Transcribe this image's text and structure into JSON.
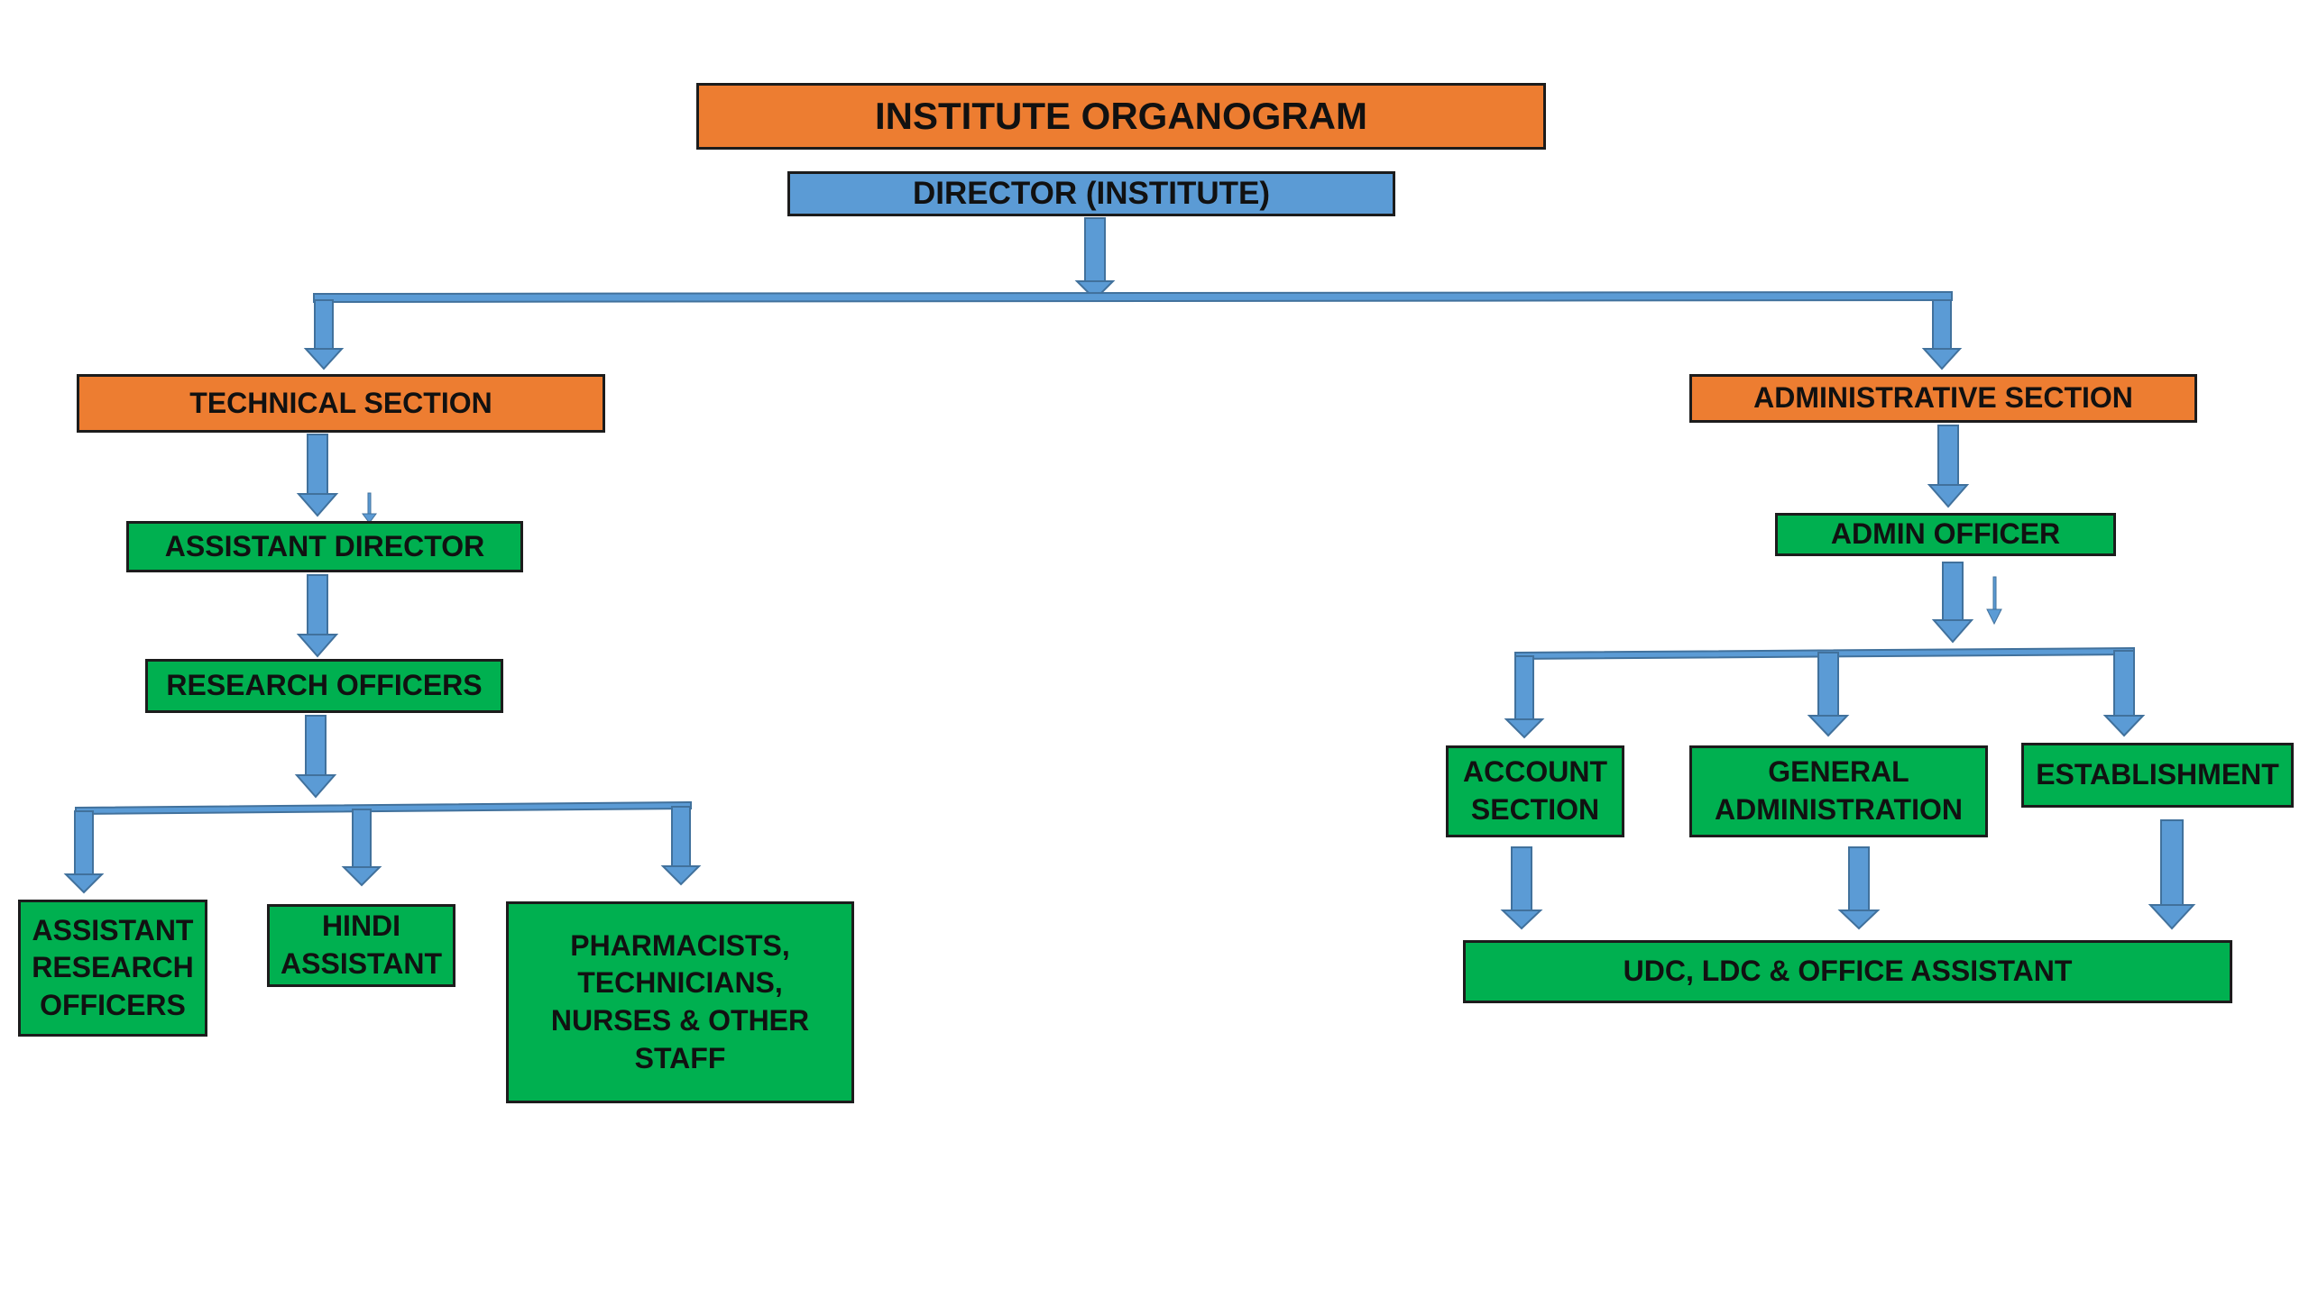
{
  "title": "INSTITUTE ORGANOGRAM",
  "director": "DIRECTOR (INSTITUTE)",
  "technical": {
    "section": "TECHNICAL SECTION",
    "assistant_director": "ASSISTANT DIRECTOR",
    "research_officers": "RESEARCH OFFICERS",
    "assistant_research_officers": "ASSISTANT\nRESEARCH\nOFFICERS",
    "hindi_assistant": "HINDI\nASSISTANT",
    "pharmacists_staff": "PHARMACISTS,\nTECHNICIANS,\nNURSES & OTHER\nSTAFF"
  },
  "administrative": {
    "section": "ADMINISTRATIVE SECTION",
    "admin_officer": "ADMIN OFFICER",
    "account_section": "ACCOUNT\nSECTION",
    "general_administration": "GENERAL\nADMINISTRATION",
    "establishment": "ESTABLISHMENT",
    "udc_ldc": "UDC, LDC & OFFICE ASSISTANT"
  },
  "colors": {
    "title_box": "#ED7D31",
    "director_box": "#5B9BD5",
    "section_box": "#ED7D31",
    "role_box": "#00B050",
    "connector": "#5B9BD5"
  }
}
